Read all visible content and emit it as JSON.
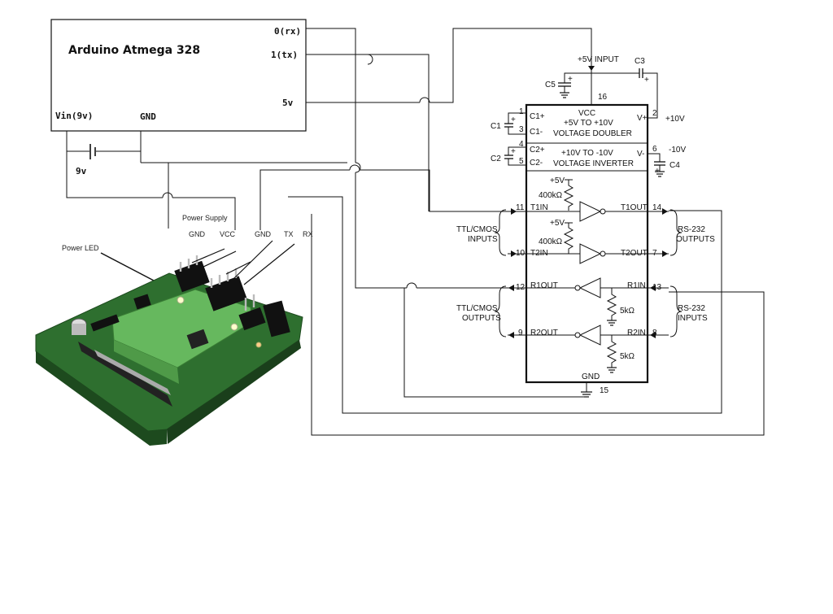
{
  "arduino": {
    "title": "Arduino Atmega 328",
    "pin_rx": "0(rx)",
    "pin_tx": "1(tx)",
    "pin_5v": "5v",
    "pin_vin": "Vin(9v)",
    "pin_gnd": "GND",
    "battery": "9v"
  },
  "module": {
    "power_supply": "Power Supply",
    "power_led": "Power LED",
    "pins": [
      "GND",
      "VCC",
      "GND",
      "TX",
      "RX"
    ]
  },
  "ic": {
    "input_5v": "+5V INPUT",
    "vcc": "VCC",
    "doubler_line1": "+5V TO +10V",
    "doubler_line2": "VOLTAGE DOUBLER",
    "inverter_line1": "+10V TO -10V",
    "inverter_line2": "VOLTAGE INVERTER",
    "c1p": "C1+",
    "c1m": "C1-",
    "c2p": "C2+",
    "c2m": "C2-",
    "vplus": "V+",
    "vminus": "V-",
    "plus10": "+10V",
    "minus10": "-10V",
    "plus5_a": "+5V",
    "plus5_b": "+5V",
    "r400_a": "400kΩ",
    "r400_b": "400kΩ",
    "r5k_a": "5kΩ",
    "r5k_b": "5kΩ",
    "t1in": "T1IN",
    "t2in": "T2IN",
    "t1out": "T1OUT",
    "t2out": "T2OUT",
    "r1out": "R1OUT",
    "r2out": "R2OUT",
    "r1in": "R1IN",
    "r2in": "R2IN",
    "gnd": "GND",
    "cap_c1": "C1",
    "cap_c2": "C2",
    "cap_c3": "C3",
    "cap_c4": "C4",
    "cap_c5": "C5",
    "ttl_in_1": "TTL/CMOS",
    "ttl_in_2": "INPUTS",
    "ttl_out_1": "TTL/CMOS",
    "ttl_out_2": "OUTPUTS",
    "rs_out_1": "RS-232",
    "rs_out_2": "OUTPUTS",
    "rs_in_1": "RS-232",
    "rs_in_2": "INPUTS",
    "pin_numbers": {
      "p1": "1",
      "p2": "2",
      "p3": "3",
      "p4": "4",
      "p5": "5",
      "p6": "6",
      "p7": "7",
      "p8": "8",
      "p9": "9",
      "p10": "10",
      "p11": "11",
      "p12": "12",
      "p13": "13",
      "p14": "14",
      "p15": "15",
      "p16": "16"
    }
  }
}
